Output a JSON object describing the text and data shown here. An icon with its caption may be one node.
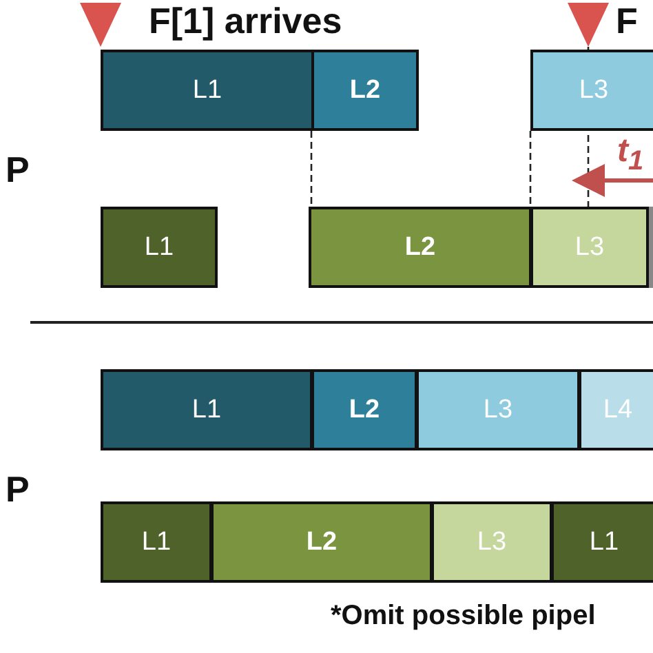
{
  "diagram": {
    "nodes": [
      {
        "text": [
          "L1"
        ]
      },
      {
        "text": [
          "L2"
        ]
      },
      {
        "text": [
          "L3"
        ]
      },
      {
        "text": [
          "L1"
        ]
      },
      {
        "text": [
          "L2"
        ]
      },
      {
        "text": [
          "L3"
        ]
      },
      {
        "text": [
          "L1"
        ]
      },
      {
        "text": [
          "L2"
        ]
      },
      {
        "text": [
          "L3"
        ]
      },
      {
        "text": [
          "L4"
        ]
      },
      {
        "text": [
          "L1"
        ]
      },
      {
        "text": [
          "L2"
        ]
      },
      {
        "text": [
          "L3"
        ]
      },
      {
        "text": [
          "L1"
        ]
      }
    ],
    "edges": [
      {
        "from": 1,
        "to": 4,
        "arrow": "none",
        "style": "dashed"
      },
      {
        "from": 2,
        "to": 5,
        "arrow": "none",
        "style": "dashed"
      },
      {
        "from": 2,
        "to": 5,
        "arrow": "none",
        "style": "dashed"
      }
    ],
    "labels": [
      "F[1] arrives",
      "F",
      "P",
      "t$_{1}$",
      "P",
      "*Omit possible pipel"
    ]
  }
}
